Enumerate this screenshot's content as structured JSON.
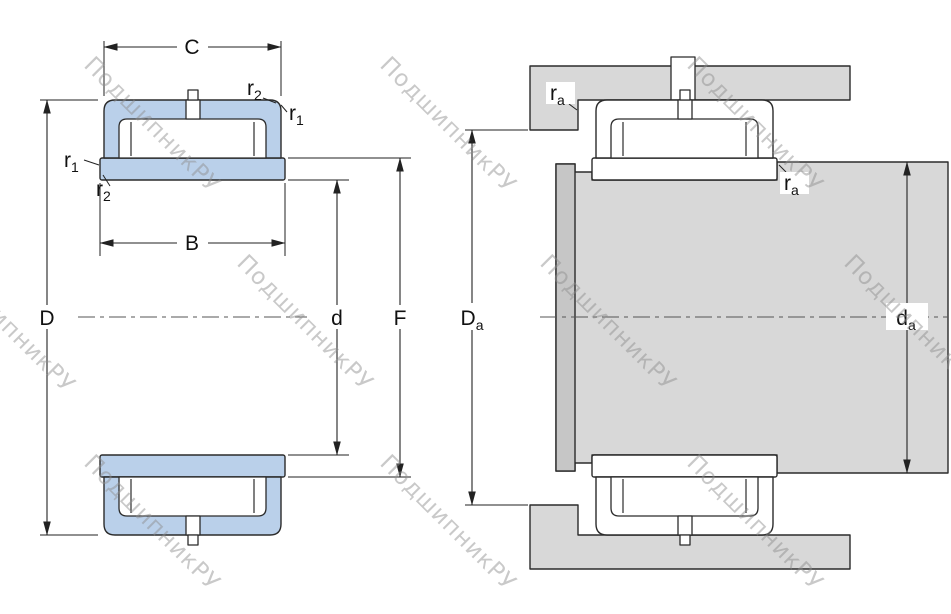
{
  "watermark": {
    "text": "ПодшипникРУ"
  },
  "colors": {
    "ring_fill": "#bad0ea",
    "metal_fill": "#d8d8d8",
    "metal_dark": "#c6c6c6",
    "line": "#2b2b2b",
    "dim_line": "#222222"
  },
  "left_view": {
    "dims": {
      "C": "C",
      "B": "B",
      "D": "D",
      "d": "d",
      "F": "F"
    },
    "fillets": {
      "r1": {
        "base": "r",
        "sub": "1"
      },
      "r2": {
        "base": "r",
        "sub": "2"
      }
    }
  },
  "right_view": {
    "dims": {
      "Da": {
        "base": "D",
        "sub": "a"
      },
      "da": {
        "base": "d",
        "sub": "a"
      }
    },
    "fillets": {
      "ra": {
        "base": "r",
        "sub": "a"
      }
    }
  }
}
